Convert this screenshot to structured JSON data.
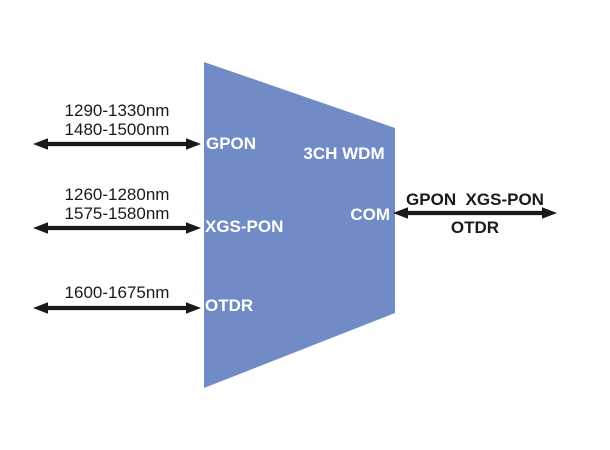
{
  "diagram": {
    "device_label": "3CH WDM",
    "left_ports": [
      {
        "label": "GPON",
        "wavelengths": [
          "1290-1330nm",
          "1480-1500nm"
        ]
      },
      {
        "label": "XGS-PON",
        "wavelengths": [
          "1260-1280nm",
          "1575-1580nm"
        ]
      },
      {
        "label": "OTDR",
        "wavelengths": [
          "1600-1675nm"
        ]
      }
    ],
    "com_port": {
      "label": "COM",
      "signals_above_arrow": "GPON  XGS-PON",
      "signals_below_arrow": "OTDR"
    }
  },
  "colors": {
    "body_fill": "#718BC6",
    "arrow": "#1A1A1A",
    "dark_text": "#1A1A1A",
    "port_text": "#FFFFFF"
  }
}
